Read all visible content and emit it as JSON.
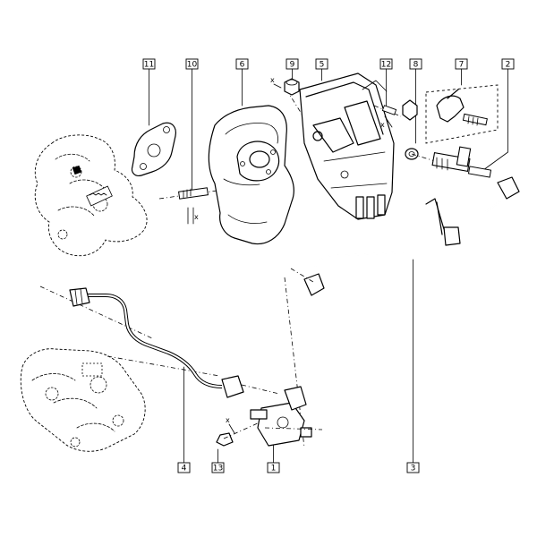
{
  "callouts": [
    {
      "id": "c11",
      "label": "11"
    },
    {
      "id": "c10",
      "label": "10"
    },
    {
      "id": "c6",
      "label": "6"
    },
    {
      "id": "c9",
      "label": "9"
    },
    {
      "id": "c5",
      "label": "5"
    },
    {
      "id": "c12",
      "label": "12"
    },
    {
      "id": "c8",
      "label": "8"
    },
    {
      "id": "c7",
      "label": "7"
    },
    {
      "id": "c2",
      "label": "2"
    },
    {
      "id": "c4",
      "label": "4"
    },
    {
      "id": "c13",
      "label": "13"
    },
    {
      "id": "c1",
      "label": "1"
    },
    {
      "id": "c3",
      "label": "3"
    }
  ],
  "marks": {
    "x": "x"
  }
}
